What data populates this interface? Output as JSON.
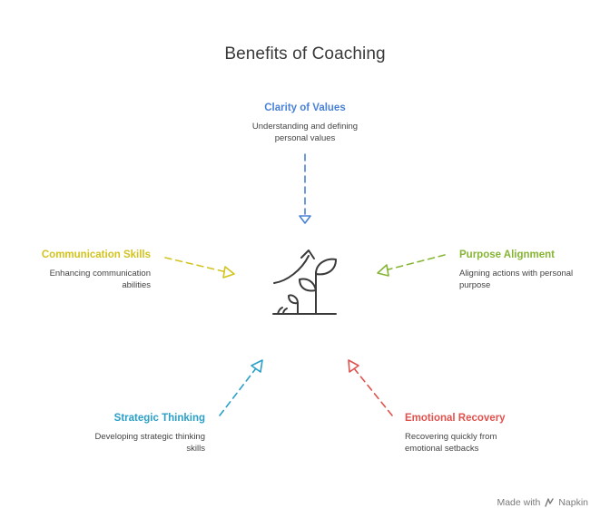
{
  "title": "Benefits of Coaching",
  "nodes": {
    "clarity": {
      "label": "Clarity of Values",
      "description": "Understanding and defining personal values",
      "color": "#4a82d8"
    },
    "communication": {
      "label": "Communication Skills",
      "description": "Enhancing communication abilities",
      "color": "#d2c31e"
    },
    "purpose": {
      "label": "Purpose Alignment",
      "description": "Aligning actions with personal purpose",
      "color": "#86b534"
    },
    "strategic": {
      "label": "Strategic Thinking",
      "description": "Developing strategic thinking skills",
      "color": "#2a9fc8"
    },
    "emotional": {
      "label": "Emotional Recovery",
      "description": "Recovering quickly from emotional setbacks",
      "color": "#e0524e"
    }
  },
  "center_icon": "growth-plant-icon",
  "footer": {
    "made_with": "Made with",
    "brand": "Napkin",
    "brand_icon": "napkin-logo-icon"
  }
}
